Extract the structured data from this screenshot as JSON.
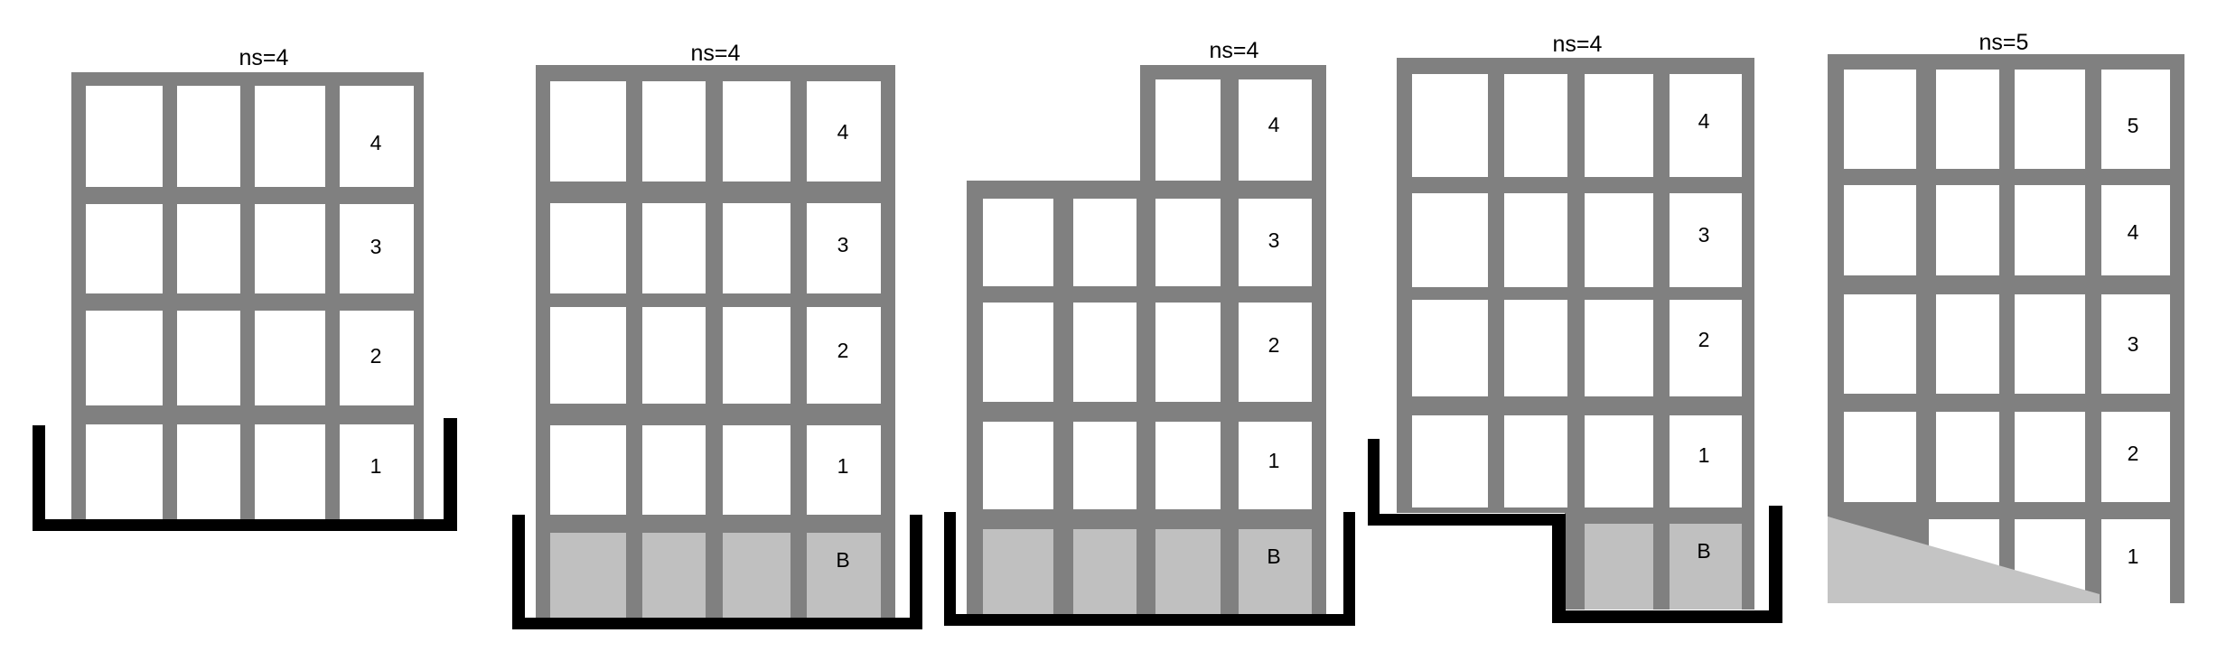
{
  "frames": [
    {
      "title": "ns=4",
      "floors": [
        "4",
        "3",
        "2",
        "1"
      ],
      "support": "cantilever wall on both sides"
    },
    {
      "title": "ns=4",
      "floors": [
        "4",
        "3",
        "2",
        "1",
        "B"
      ],
      "support": "basement in ground"
    },
    {
      "title": "ns=4",
      "floors": [
        "4",
        "3",
        "2",
        "1",
        "B"
      ],
      "support": "setback with basement"
    },
    {
      "title": "ns=4",
      "floors": [
        "4",
        "3",
        "2",
        "1",
        "B"
      ],
      "support": "partial basement, stepped ground"
    },
    {
      "title": "ns=5",
      "floors": [
        "5",
        "4",
        "3",
        "2",
        "1"
      ],
      "support": "sloping ground"
    }
  ],
  "colors": {
    "frame": "#808080",
    "ground": "#000000",
    "basement_fill": "#c0c0c0",
    "slope_fill": "#c4c4c4",
    "background": "#ffffff"
  }
}
